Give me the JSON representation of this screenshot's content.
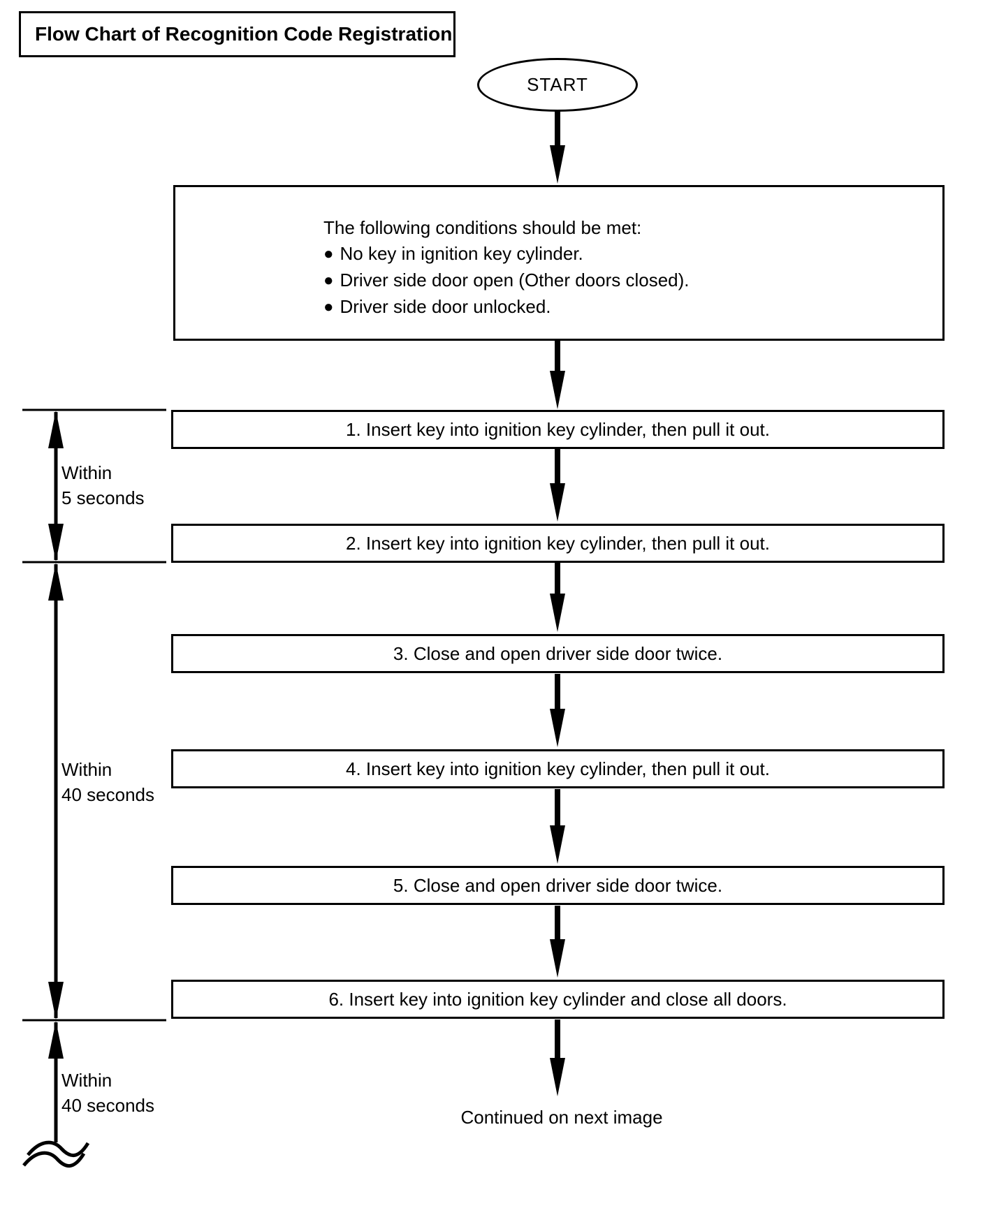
{
  "colors": {
    "ink": "#000000",
    "background": "#ffffff"
  },
  "title": "Flow Chart of Recognition Code Registration",
  "start": {
    "label": "START"
  },
  "conditions": {
    "intro": "The following conditions should be met:",
    "bullet_glyph": "●",
    "items": [
      "No key in ignition key cylinder.",
      "Driver side door open (Other doors closed).",
      "Driver side door unlocked."
    ]
  },
  "steps": [
    "1. Insert key into ignition key cylinder, then pull it out.",
    "2. Insert key into ignition key cylinder, then pull it out.",
    "3. Close and open driver side door twice.",
    "4. Insert key into ignition key cylinder, then pull it out.",
    "5. Close and open driver side door twice.",
    "6. Insert key into ignition key cylinder and close all doors."
  ],
  "timers": [
    {
      "line1": "Within",
      "line2": "5 seconds"
    },
    {
      "line1": "Within",
      "line2": "40 seconds"
    },
    {
      "line1": "Within",
      "line2": "40 seconds"
    }
  ],
  "footer": {
    "continued": "Continued on next image"
  }
}
